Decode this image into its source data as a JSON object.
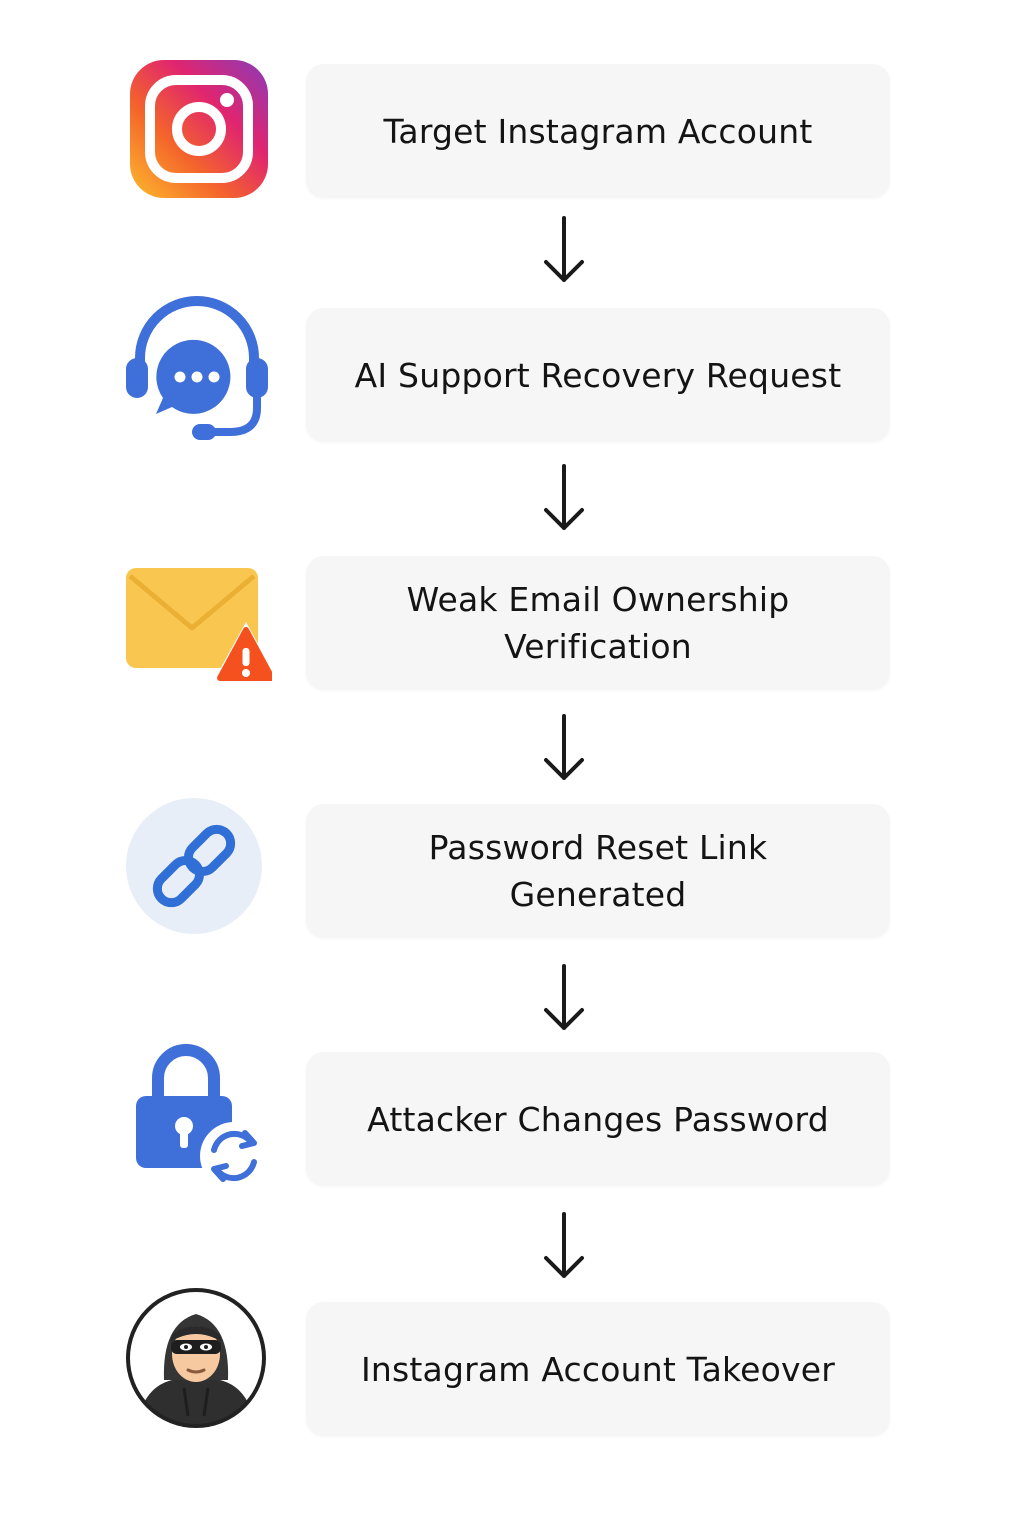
{
  "flow": {
    "steps": [
      {
        "label": "Target Instagram Account",
        "icon": "instagram-logo-icon"
      },
      {
        "label": "AI Support Recovery Request",
        "icon": "headset-chat-icon"
      },
      {
        "label": "Weak Email Ownership Verification",
        "icon": "email-warning-icon"
      },
      {
        "label": "Password Reset Link Generated",
        "icon": "link-icon"
      },
      {
        "label": "Attacker Changes Password",
        "icon": "lock-refresh-icon"
      },
      {
        "label": "Instagram Account Takeover",
        "icon": "hacker-avatar-icon"
      }
    ],
    "colors": {
      "box_fill": "#f6f6f6",
      "text": "#141414",
      "arrow": "#1a1a1a",
      "icon_blue": "#3f6fd8",
      "envelope_yellow": "#f9c74f",
      "warning_red": "#f4511e"
    }
  }
}
